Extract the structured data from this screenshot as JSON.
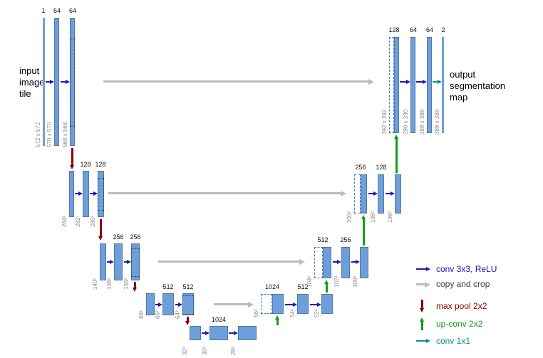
{
  "notes": {
    "input": "input\nimage\ntile",
    "output": "output\nsegmentation\nmap"
  },
  "levels": {
    "enc1": {
      "channels": [
        "1",
        "64",
        "64"
      ],
      "dims": [
        "572 x 572",
        "570 x 570",
        "568 x 568"
      ]
    },
    "enc2": {
      "channels": [
        "128",
        "128"
      ],
      "dims": [
        "284²",
        "282²",
        "280²"
      ]
    },
    "enc3": {
      "channels": [
        "256",
        "256"
      ],
      "dims": [
        "140²",
        "138²",
        "136²"
      ]
    },
    "enc4": {
      "channels": [
        "512",
        "512"
      ],
      "dims": [
        "68²",
        "66²",
        "64²"
      ]
    },
    "bottleneck": {
      "channels": [
        "1024"
      ],
      "dims": [
        "32²",
        "30²",
        "28²"
      ]
    },
    "dec4": {
      "channels": [
        "1024",
        "512"
      ],
      "dims": [
        "56²",
        "54²",
        "52²"
      ]
    },
    "dec3": {
      "channels": [
        "512",
        "256"
      ],
      "dims": [
        "104²",
        "102²",
        "100²"
      ]
    },
    "dec2": {
      "channels": [
        "256",
        "128"
      ],
      "dims": [
        "200²",
        "198²",
        "196²"
      ]
    },
    "dec1": {
      "channels": [
        "128",
        "64",
        "64",
        "2"
      ],
      "dims": [
        "392 x 392",
        "390 x 390",
        "388 x 388",
        "388 x 388"
      ]
    }
  },
  "legend": {
    "items": [
      {
        "label": "conv 3x3, ReLU",
        "color": "#1A1AB4"
      },
      {
        "label": "copy and crop",
        "color": "#3d3d3d"
      },
      {
        "label": "max pool 2x2",
        "color": "#8B0000"
      },
      {
        "label": "up-conv 2x2",
        "color": "#0FA00F"
      },
      {
        "label": "conv 1x1",
        "color": "#0E8F8F"
      }
    ]
  },
  "colors": {
    "bar_fill": "#6F9FD8",
    "bar_border": "#4d79a8",
    "conv_arrow": "#1A1AB4",
    "copy_arrow": "#BBBBBB",
    "maxpool_arrow": "#8B0000",
    "upconv_arrow": "#0FA00F",
    "conv1x1_arrow": "#0E8F8F"
  }
}
